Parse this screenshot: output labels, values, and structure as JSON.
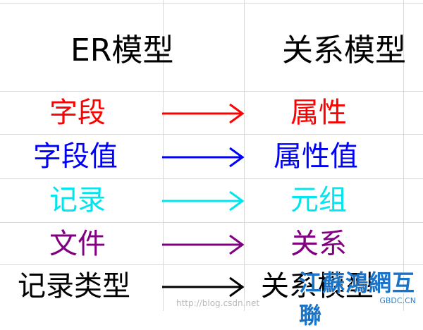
{
  "header": {
    "left": "ER模型",
    "right": "关系模型"
  },
  "rows": [
    {
      "left": "字段",
      "right": "属性",
      "color": "#ff0000"
    },
    {
      "left": "字段值",
      "right": "属性值",
      "color": "#0000ff"
    },
    {
      "left": "记录",
      "right": "元组",
      "color": "#00e5ee"
    },
    {
      "left": "文件",
      "right": "关系",
      "color": "#800080"
    },
    {
      "left": "记录类型",
      "right": "关系模型",
      "color": "#000000"
    }
  ],
  "watermark": "http://blog.csdn.net",
  "logo": {
    "text": "江蘇鴻網互聯",
    "sub": "GBDC.CN"
  },
  "arrow_icon": "long-right-arrow-icon"
}
